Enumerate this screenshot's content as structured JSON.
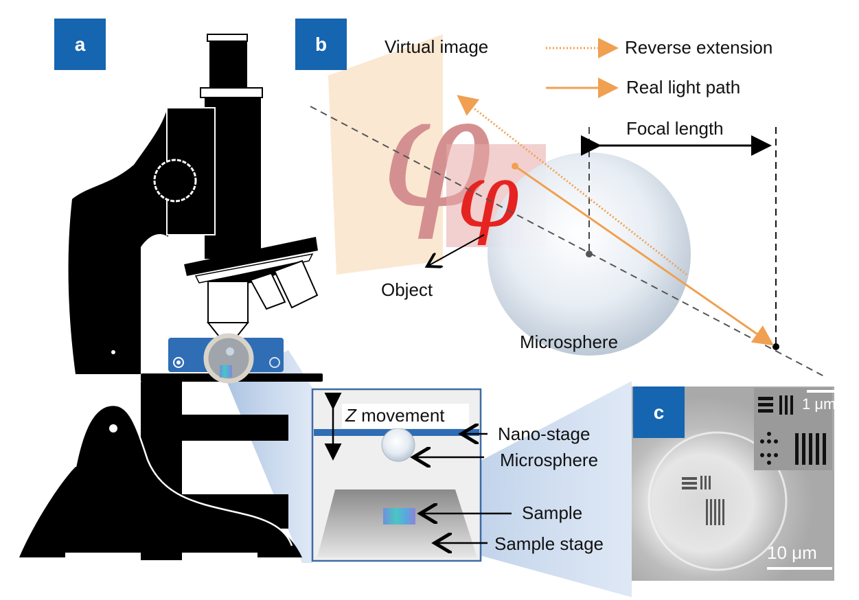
{
  "panels": {
    "a": {
      "label": "a"
    },
    "b": {
      "label": "b"
    },
    "c": {
      "label": "c"
    }
  },
  "panel_b": {
    "virtual_image_label": "Virtual image",
    "object_label": "Object",
    "microsphere_label": "Microsphere",
    "focal_length_label": "Focal length",
    "glyph": "φ",
    "legend": [
      {
        "style": "dotted",
        "label": "Reverse extension"
      },
      {
        "style": "solid",
        "label": "Real light path"
      }
    ],
    "colors": {
      "light_path": "#f0a050",
      "virtual_plane": "#fbe8d2",
      "object_glyph": "#e52421",
      "virtual_glyph": "#d49090"
    }
  },
  "panel_a_inset": {
    "z_movement_label": "movement",
    "z_label": "Z",
    "callouts": [
      "Nano-stage",
      "Microsphere",
      "Sample",
      "Sample stage"
    ]
  },
  "panel_c": {
    "scale_bar_inset": "1 μm",
    "scale_bar_main": "10 μm"
  },
  "colors": {
    "badge": "#1565b0",
    "stage_blue": "#2f6db5"
  }
}
